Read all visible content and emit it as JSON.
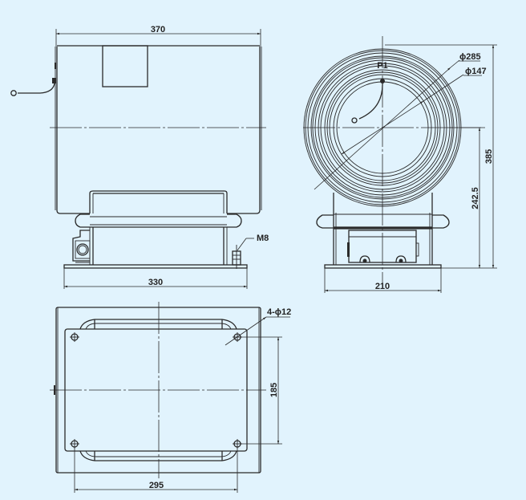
{
  "drawing": {
    "background": "#e1f3fd",
    "line_color": "#2a2a2a",
    "views": {
      "front": {
        "dimensions": {
          "width_top": "370",
          "width_base": "330"
        },
        "labels": {
          "thread": "M8"
        }
      },
      "side": {
        "dimensions": {
          "outer_diameter": "ϕ285",
          "inner_diameter": "ϕ147",
          "height_total": "385",
          "height_center": "242.5",
          "base_width": "210"
        },
        "labels": {
          "terminal": "P1"
        }
      },
      "bottom": {
        "dimensions": {
          "hole_spacing_x": "295",
          "hole_spacing_y": "185"
        },
        "labels": {
          "holes": "4-ϕ12"
        }
      }
    }
  }
}
